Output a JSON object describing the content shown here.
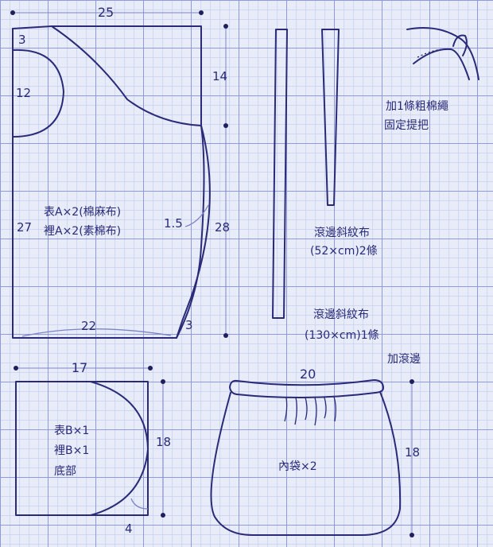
{
  "colors": {
    "background": "#e7ecf8",
    "grid_fine": "#c8d0ee",
    "grid_major": "#8f9ad8",
    "outline": "#2a2a78",
    "dashed": "#2a2a78",
    "dimension_line": "#7c84c8",
    "dot": "#1f1f5e",
    "label": "#2a2a78"
  },
  "piece_a": {
    "width_label": "25",
    "top_inset_label": "3",
    "handle_depth_label": "12",
    "upper_height_label": "14",
    "height_label": "27",
    "side_height_label": "28",
    "curve_offset_label": "1.5",
    "bottom_width_label": "22",
    "corner_label": "3",
    "name_outer": "表A×2(棉麻布)",
    "name_inner": "裡A×2(素棉布)"
  },
  "binding_strips": {
    "strip_short": {
      "label_line1": "滾邊斜紋布",
      "label_line2": "(52×cm)2條"
    },
    "strip_long": {
      "label_line1": "滾邊斜紋布",
      "label_line2": "(130×cm)1條"
    }
  },
  "handle_detail": {
    "note_line1": "加1條粗棉繩",
    "note_line2": "固定提把"
  },
  "piece_b": {
    "width_label": "17",
    "height_label": "18",
    "corner_label": "4",
    "name_outer": "表B×1",
    "name_inner": "裡B×1",
    "name_base": "底部"
  },
  "inner_pocket": {
    "top_width_label": "20",
    "height_label": "18",
    "binding_note": "加滾邊",
    "name": "內袋×2"
  }
}
